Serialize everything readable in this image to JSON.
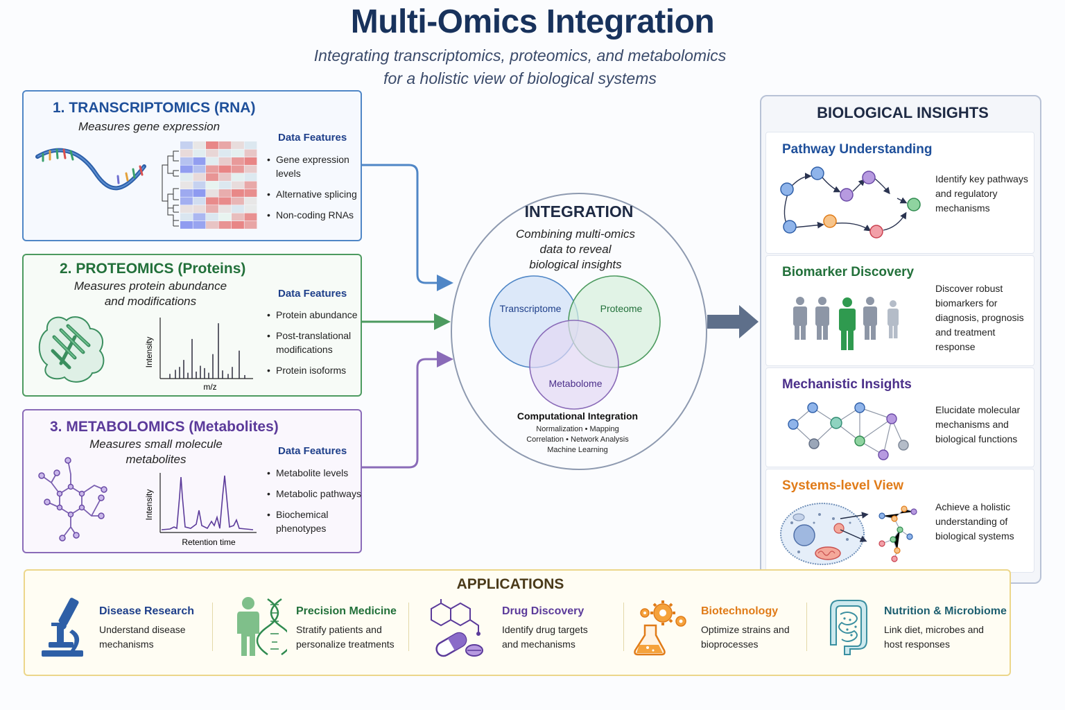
{
  "title": "Multi-Omics Integration",
  "subtitle": [
    "Integrating transcriptomics, proteomics, and metabolomics",
    "for a holistic view of biological systems"
  ],
  "panels": {
    "rna": {
      "heading": "1. TRANSCRIPTOMICS (RNA)",
      "desc": "Measures gene expression",
      "features_title": "Data Features",
      "features": [
        "Gene expression levels",
        "Alternative splicing",
        "Non-coding RNAs"
      ],
      "color": "#1e4f9a"
    },
    "protein": {
      "heading": "2. PROTEOMICS (Proteins)",
      "desc": [
        "Measures protein abundance",
        "and modifications"
      ],
      "features_title": "Data Features",
      "features": [
        "Protein abundance",
        "Post-translational modifications",
        "Protein isoforms"
      ],
      "ylabel": "Intensity",
      "xlabel": "m/z",
      "color": "#22703a"
    },
    "metab": {
      "heading": "3. METABOLOMICS (Metabolites)",
      "desc": [
        "Measures small molecule",
        "metabolites"
      ],
      "features_title": "Data Features",
      "features": [
        "Metabolite levels",
        "Metabolic pathways",
        "Biochemical phenotypes"
      ],
      "ylabel": "Intensity",
      "xlabel": "Retention time",
      "color": "#5b3a9a"
    }
  },
  "integration": {
    "title": "INTEGRATION",
    "desc": [
      "Combining multi-omics",
      "data to reveal",
      "biological insights"
    ],
    "circles": [
      "Transcriptome",
      "Proteome",
      "Metabolome"
    ],
    "comp_title": "Computational Integration",
    "methods": [
      "Normalization • Mapping",
      "Correlation • Network Analysis",
      "Machine Learning"
    ]
  },
  "insights": {
    "title": "BIOLOGICAL INSIGHTS",
    "cards": [
      {
        "title": "Pathway Understanding",
        "text": [
          "Identify key pathways",
          "and regulatory",
          "mechanisms"
        ],
        "color": "#1e4f9a"
      },
      {
        "title": "Biomarker Discovery",
        "text": [
          "Discover robust",
          "biomarkers for",
          "diagnosis, prognosis",
          "and treatment",
          "response"
        ],
        "color": "#22703a"
      },
      {
        "title": "Mechanistic Insights",
        "text": [
          "Elucidate molecular",
          "mechanisms and",
          "biological functions"
        ],
        "color": "#4b2f8a"
      },
      {
        "title": "Systems-level View",
        "text": [
          "Achieve a holistic",
          "understanding of",
          "biological systems"
        ],
        "color": "#e07b18"
      }
    ]
  },
  "applications": {
    "title": "APPLICATIONS",
    "items": [
      {
        "title": "Disease Research",
        "text": [
          "Understand disease",
          "mechanisms"
        ],
        "color": "#1e3f8a",
        "icon": "microscope-icon"
      },
      {
        "title": "Precision Medicine",
        "text": [
          "Stratify patients and",
          "personalize treatments"
        ],
        "color": "#22703a",
        "icon": "person-dna-icon"
      },
      {
        "title": "Drug Discovery",
        "text": [
          "Identify drug targets",
          "and mechanisms"
        ],
        "color": "#5b3a9a",
        "icon": "pill-molecule-icon"
      },
      {
        "title": "Biotechnology",
        "text": [
          "Optimize strains and",
          "bioprocesses"
        ],
        "color": "#e07b18",
        "icon": "flask-gear-icon"
      },
      {
        "title": "Nutrition & Microbiome",
        "text": [
          "Link diet, microbes and",
          "host responses"
        ],
        "color": "#1e5f70",
        "icon": "intestine-icon"
      }
    ]
  }
}
